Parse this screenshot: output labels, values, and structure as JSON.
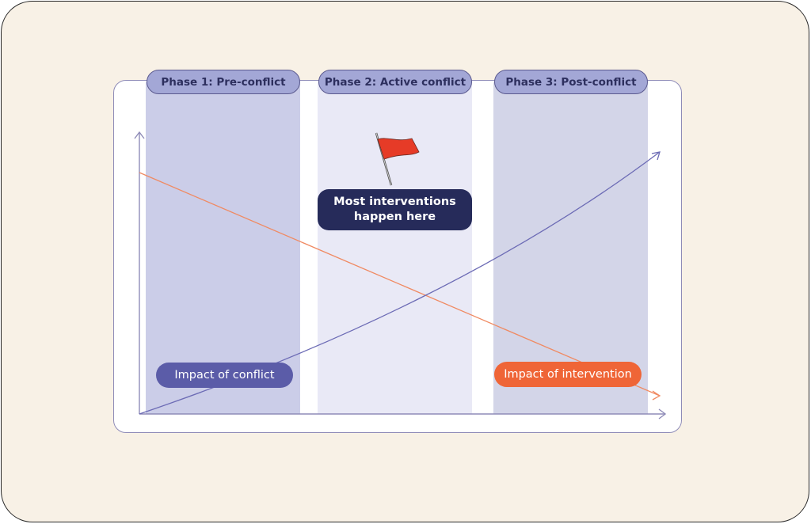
{
  "phases": [
    {
      "label": "Phase 1: Pre-conflict"
    },
    {
      "label": "Phase 2: Active conflict"
    },
    {
      "label": "Phase 3: Post-conflict"
    }
  ],
  "callout": {
    "line1": "Most interventions",
    "line2": "happen here"
  },
  "series_labels": {
    "conflict": "Impact of conflict",
    "intervention": "Impact of intervention"
  },
  "colors": {
    "background": "#f8f1e6",
    "phase_header": "#a3a7d6",
    "conflict": "#5b5ca8",
    "intervention": "#ef6537",
    "callout": "#262b5a",
    "flag": "#e63b27"
  },
  "icons": {
    "flag": "red-flag-icon"
  }
}
